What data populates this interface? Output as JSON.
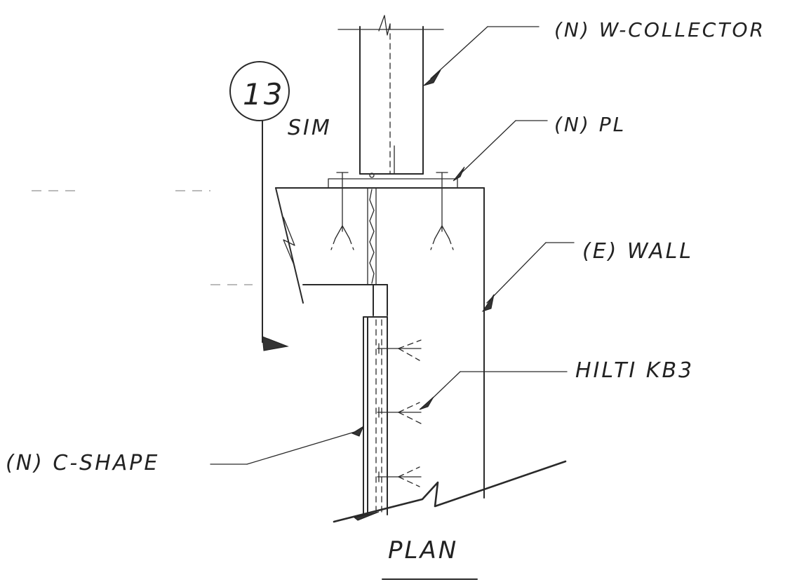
{
  "detail": {
    "number": "13",
    "reference": "SIM",
    "title": "PLAN"
  },
  "callouts": {
    "collector": "(N) W-COLLECTOR",
    "plate": "(N) PL",
    "wall": "(E) WALL",
    "anchor": "HILTI KB3",
    "channel": "(N) C-SHAPE"
  }
}
